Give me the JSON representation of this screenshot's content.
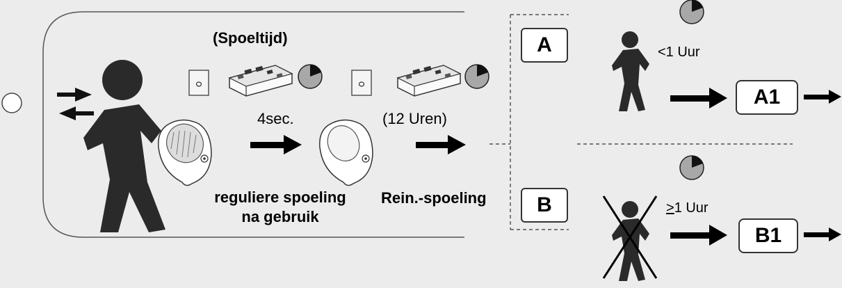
{
  "process": {
    "title": "(Spoeltijd)",
    "step1_time": "4sec.",
    "step2_time": "(12 Uren)",
    "step1_caption_line1": "reguliere spoeling",
    "step1_caption_line2": "na gebruik",
    "step2_caption": "Rein.-spoeling"
  },
  "branches": {
    "a_label": "A",
    "b_label": "B",
    "a_condition": "<1 Uur",
    "b_condition_symbol": ">",
    "b_condition_rest": "1 Uur",
    "a_result": "A1",
    "b_result": "B1"
  },
  "colors": {
    "background": "#ececec",
    "figure": "#2a2a2a",
    "clock_fill": "#a8a8a8",
    "panel_stroke": "#555555"
  }
}
